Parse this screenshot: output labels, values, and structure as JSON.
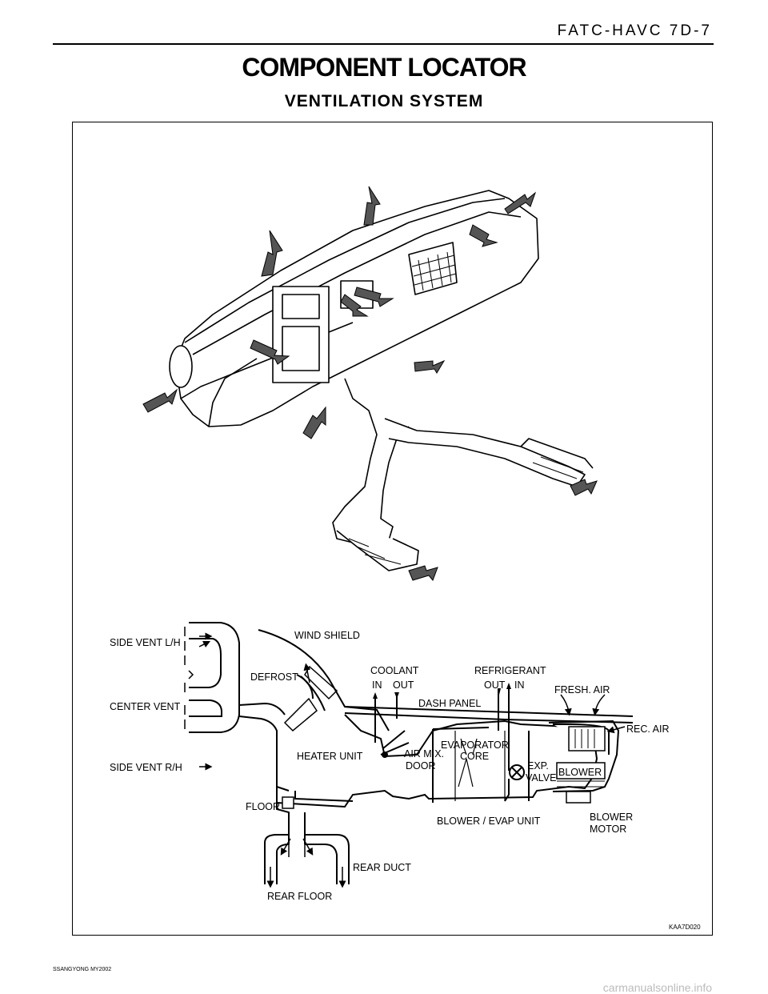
{
  "header": {
    "section": "FATC-HAVC  7D-7"
  },
  "title": "COMPONENT LOCATOR",
  "subtitle": "VENTILATION  SYSTEM",
  "figure": {
    "code": "KAA7D020",
    "labels": {
      "side_vent_lh": "SIDE VENT L/H",
      "center_vent": "CENTER VENT",
      "side_vent_rh": "SIDE VENT R/H",
      "wind_shield": "WIND SHIELD",
      "defrost": "DEFROST",
      "coolant": "COOLANT",
      "coolant_in": "IN",
      "coolant_out": "OUT",
      "refrigerant": "REFRIGERANT",
      "refrigerant_out": "OUT",
      "refrigerant_in": "IN",
      "fresh_air": "FRESH. AIR",
      "dash_panel": "DASH PANEL",
      "rec_air": "REC. AIR",
      "evaporator_1": "EVAPORATOR",
      "evaporator_2": "CORE",
      "heater_unit": "HEATER UNIT",
      "air_mix_1": "AIR MIX.",
      "air_mix_2": "DOOR",
      "exp_valve_1": "EXP.",
      "exp_valve_2": "VALVE",
      "blower": "BLOWER",
      "floor": "FLOOR",
      "blower_evap_unit": "BLOWER / EVAP UNIT",
      "blower_motor_1": "BLOWER",
      "blower_motor_2": "MOTOR",
      "rear_duct": "REAR DUCT",
      "rear_floor": "REAR FLOOR"
    }
  },
  "footer": {
    "left": "SSANGYONG  MY2002",
    "watermark": "carmanualsonline.info"
  }
}
